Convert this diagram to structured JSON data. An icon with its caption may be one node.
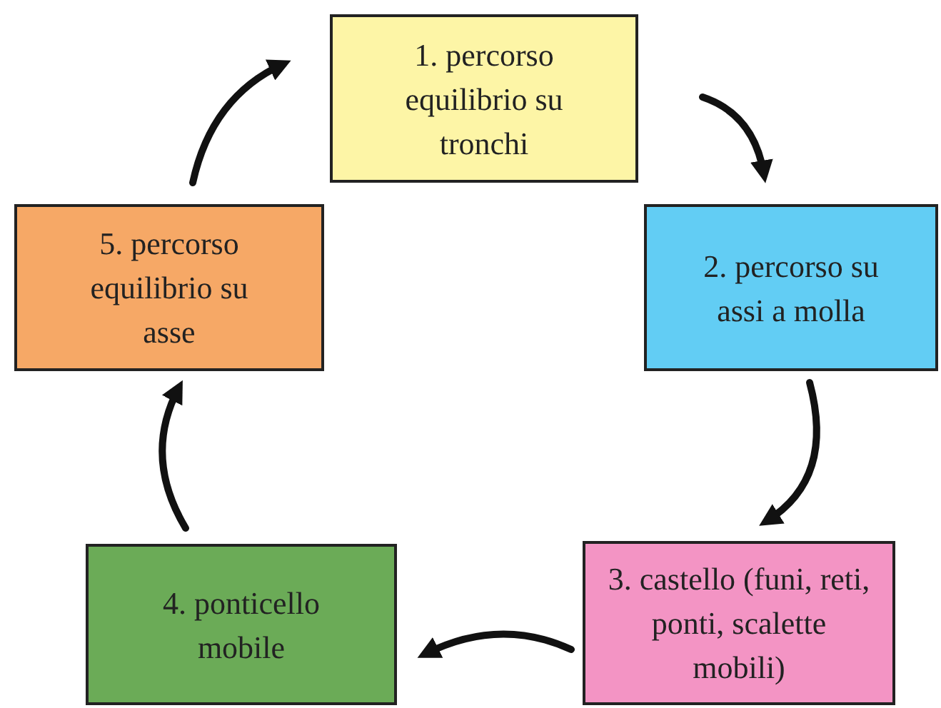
{
  "diagram": {
    "nodes": [
      {
        "text": [
          "1. percorso equilibrio su tronchi"
        ]
      },
      {
        "text": [
          "2. percorso su assi a molla"
        ]
      },
      {
        "text": [
          "3. castello (funi, reti, ponti, scalette mobili)"
        ]
      },
      {
        "text": [
          "4. ponticello mobile"
        ]
      },
      {
        "text": [
          "5. percorso equilibrio su asse"
        ]
      }
    ],
    "edges": [
      {
        "from": 0,
        "to": 1,
        "arrow": "to"
      },
      {
        "from": 1,
        "to": 2,
        "arrow": "to"
      },
      {
        "from": 2,
        "to": 3,
        "arrow": "to"
      },
      {
        "from": 3,
        "to": 4,
        "arrow": "to"
      },
      {
        "from": 4,
        "to": 0,
        "arrow": "to"
      }
    ]
  }
}
